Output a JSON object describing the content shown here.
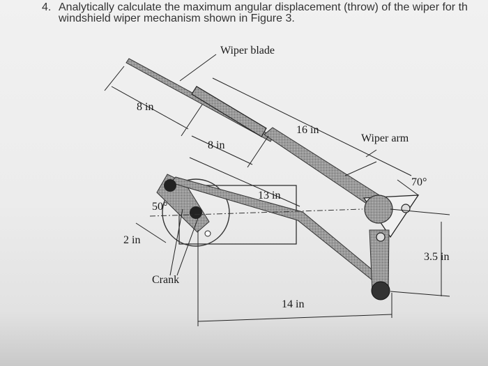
{
  "question": {
    "number": "4.",
    "line1": "Analytically calculate the maximum angular displacement (throw) of the wiper for th",
    "line2": "windshield wiper mechanism shown in Figure 3."
  },
  "figure": {
    "labels": {
      "wiper_blade": "Wiper blade",
      "wiper_arm": "Wiper arm",
      "dim_8in_upper": "8 in",
      "dim_8in_lower": "8 in",
      "dim_16in": "16 in",
      "dim_13in": "13 in",
      "dim_14in": "14 in",
      "dim_2in": "2 in",
      "dim_3_5in": "3.5 in",
      "angle_50": "50°",
      "angle_70": "70°",
      "crank": "Crank"
    }
  }
}
